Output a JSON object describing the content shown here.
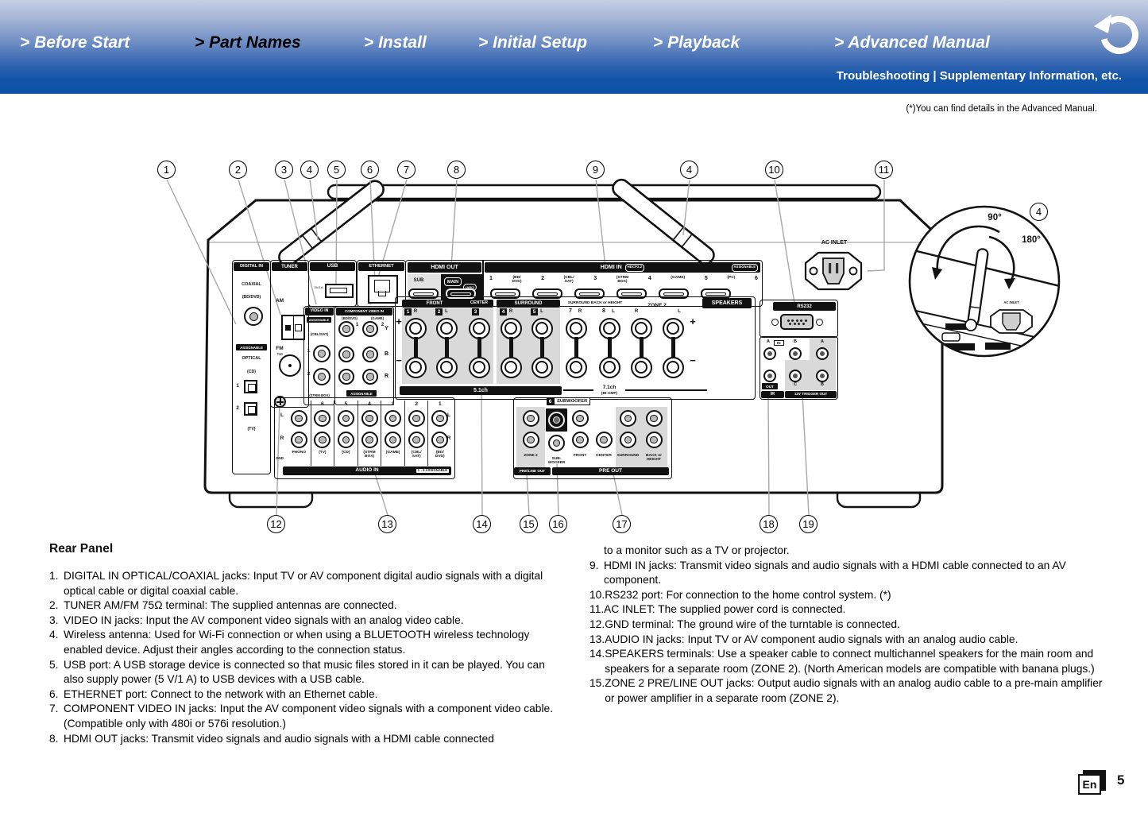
{
  "header": {
    "nav": [
      {
        "label": "> Before Start"
      },
      {
        "label": "> Part Names"
      },
      {
        "label": "> Install"
      },
      {
        "label": "> Initial Setup"
      },
      {
        "label": "> Playback"
      },
      {
        "label": "> Advanced Manual"
      }
    ],
    "subnav": "Troubleshooting | Supplementary Information, etc.",
    "back_icon": "return-arrow"
  },
  "note": "(*)You can find details in the Advanced Manual.",
  "content": {
    "title": "Rear Panel",
    "left_items": [
      {
        "n": "1.",
        "t": "DIGITAL IN OPTICAL/COAXIAL jacks: Input TV or AV component digital audio signals with a digital optical cable or digital coaxial cable."
      },
      {
        "n": "2.",
        "t": "TUNER AM/FM 75Ω terminal: The supplied antennas are connected."
      },
      {
        "n": "3.",
        "t": "VIDEO IN jacks: Input the AV component video signals with an analog video cable."
      },
      {
        "n": "4.",
        "t": "Wireless antenna: Used for Wi-Fi connection or when using a BLUETOOTH wireless technology enabled device. Adjust their angles according to the connection status."
      },
      {
        "n": "5.",
        "t": "USB port: A USB storage device is connected so that music files stored in it can be played. You can also supply power (5 V/1 A) to USB devices with a USB cable."
      },
      {
        "n": "6.",
        "t": "ETHERNET port: Connect to the network with an Ethernet cable."
      },
      {
        "n": "7.",
        "t": "COMPONENT VIDEO IN jacks: Input the AV component video signals with a component video cable. (Compatible only with 480i or 576i resolution.)"
      },
      {
        "n": "8.",
        "t": "HDMI OUT jacks: Transmit video signals and audio signals with a HDMI cable connected"
      }
    ],
    "right_cont": "to a monitor such as a TV or projector.",
    "right_items": [
      {
        "n": "9.",
        "t": "HDMI IN jacks: Transmit video signals and audio signals with a HDMI cable connected to an AV component."
      },
      {
        "n": "10.",
        "t": "RS232 port: For connection to the home control system. (*)"
      },
      {
        "n": "11.",
        "t": "AC INLET: The supplied power cord is connected."
      },
      {
        "n": "12.",
        "t": "GND terminal: The ground wire of the turntable is connected."
      },
      {
        "n": "13.",
        "t": "AUDIO IN jacks: Input TV or AV component audio signals with an analog audio cable."
      },
      {
        "n": "14.",
        "t": "SPEAKERS terminals: Use a speaker cable to connect multichannel speakers for the main room and speakers for a separate room (ZONE 2). (North American models are compatible with banana plugs.)"
      },
      {
        "n": "15.",
        "t": "ZONE 2 PRE/LINE OUT jacks: Output audio signals with an analog audio cable to a pre-main amplifier or power amplifier in a separate room (ZONE 2)."
      }
    ]
  },
  "footer": {
    "lang": "En",
    "page": "5"
  },
  "callouts": {
    "top": [
      "1",
      "2",
      "3",
      "4",
      "5",
      "6",
      "7",
      "8",
      "9",
      "4",
      "10",
      "11"
    ],
    "bottom": [
      "12",
      "13",
      "14",
      "15",
      "16",
      "17",
      "18",
      "19"
    ],
    "inset": "4"
  },
  "diagram": {
    "digital_in": {
      "title": "DIGITAL IN",
      "coaxial": "COAXIAL",
      "bddvd": "(BD/DVD)",
      "assignable": "ASSIGNABLE",
      "optical": "OPTICAL",
      "cd": "(CD)",
      "n1": "1",
      "n2": "2",
      "tv": "(TV)"
    },
    "tuner": {
      "title": "TUNER",
      "am": "AM",
      "fm": "FM",
      "ohm": "75Ω"
    },
    "usb": {
      "title": "USB",
      "power": "5V/1A"
    },
    "ethernet": {
      "title": "ETHERNET"
    },
    "hdmi_out": {
      "title": "HDMI OUT",
      "sub": "SUB",
      "main": "MAIN",
      "arc": "(ARC)"
    },
    "hdmi_in": {
      "title": "HDMI IN",
      "hdcp": "HDCP2.2",
      "assignable": "ASSIGNABLE",
      "labels": [
        "1",
        "(BD/\nDVD)",
        "2",
        "(CBL/\nSAT)",
        "3",
        "(STRM\nBOX)",
        "4",
        "(GAME)",
        "5",
        "(PC)",
        "6"
      ]
    },
    "video_in": {
      "title": "VIDEO IN",
      "assignable": "ASSIGNABLE",
      "cblsat": "(CBL/SAT)",
      "n1": "1",
      "n2": "2",
      "strmbox": "(STRM BOX)"
    },
    "component": {
      "title": "COMPONENT VIDEO IN",
      "bddvd": "(BD/DVD)",
      "game": "(GAME)",
      "n1": "1",
      "n2": "2",
      "y": "Y",
      "b": "B",
      "r": "R",
      "assignable": "ASSIGNABLE"
    },
    "speakers": {
      "front": "FRONT",
      "center": "CENTER",
      "surround": "SURROUND",
      "back": "SURROUND BACK or HEIGHT",
      "zone2": "ZONE 2",
      "title": "SPEAKERS",
      "plus": "+",
      "minus": "−",
      "pairs": [
        {
          "num": "1",
          "ch": "R"
        },
        {
          "num": "2",
          "ch": "L"
        },
        {
          "num": "3",
          "ch": ""
        },
        {
          "num": "4",
          "ch": "R"
        },
        {
          "num": "5",
          "ch": "L"
        },
        {
          "num": "7",
          "ch": "R"
        },
        {
          "num": "8",
          "ch": "L"
        },
        {
          "num": "",
          "ch": "R"
        },
        {
          "num": "",
          "ch": "L"
        }
      ],
      "ch51": "5.1ch",
      "ch71": "7.1ch",
      "biamp": "(BI-AMP)"
    },
    "audio_in": {
      "gnd": "GND",
      "l": "L",
      "r": "R",
      "title": "AUDIO IN",
      "assignable": "1→6 ASSIGNABLE",
      "cols": [
        {
          "num": "",
          "label": "PHONO"
        },
        {
          "num": "6",
          "label": "(TV)"
        },
        {
          "num": "5",
          "label": "(CD)"
        },
        {
          "num": "4",
          "label": "(STRM\nBOX)"
        },
        {
          "num": "3",
          "label": "(GAME)"
        },
        {
          "num": "2",
          "label": "(CBL/\nSAT)"
        },
        {
          "num": "1",
          "label": "(BD/\nDVD)"
        }
      ]
    },
    "preout": {
      "sub_num": "6",
      "subwoofer": "SUBWOOFER",
      "l": "L",
      "r": "R",
      "cols": [
        "ZONE 2",
        "SUB-\nWOOFER",
        "FRONT",
        "CENTER",
        "SURROUND",
        "BACK or\nHEIGHT"
      ],
      "preline": "PRE/LINE OUT",
      "preout": "PRE OUT"
    },
    "rs232": {
      "title": "RS232"
    },
    "ir": {
      "a": "A",
      "in_label": "IN",
      "b": "B",
      "a2": "A",
      "out": "OUT",
      "c": "C",
      "b2": "B",
      "ir": "IR",
      "trigger": "12V TRIGGER OUT"
    },
    "ac_inlet": {
      "label": "AC INLET"
    },
    "inset": {
      "deg90": "90°",
      "deg180": "180°",
      "ac": "AC INLET"
    }
  }
}
